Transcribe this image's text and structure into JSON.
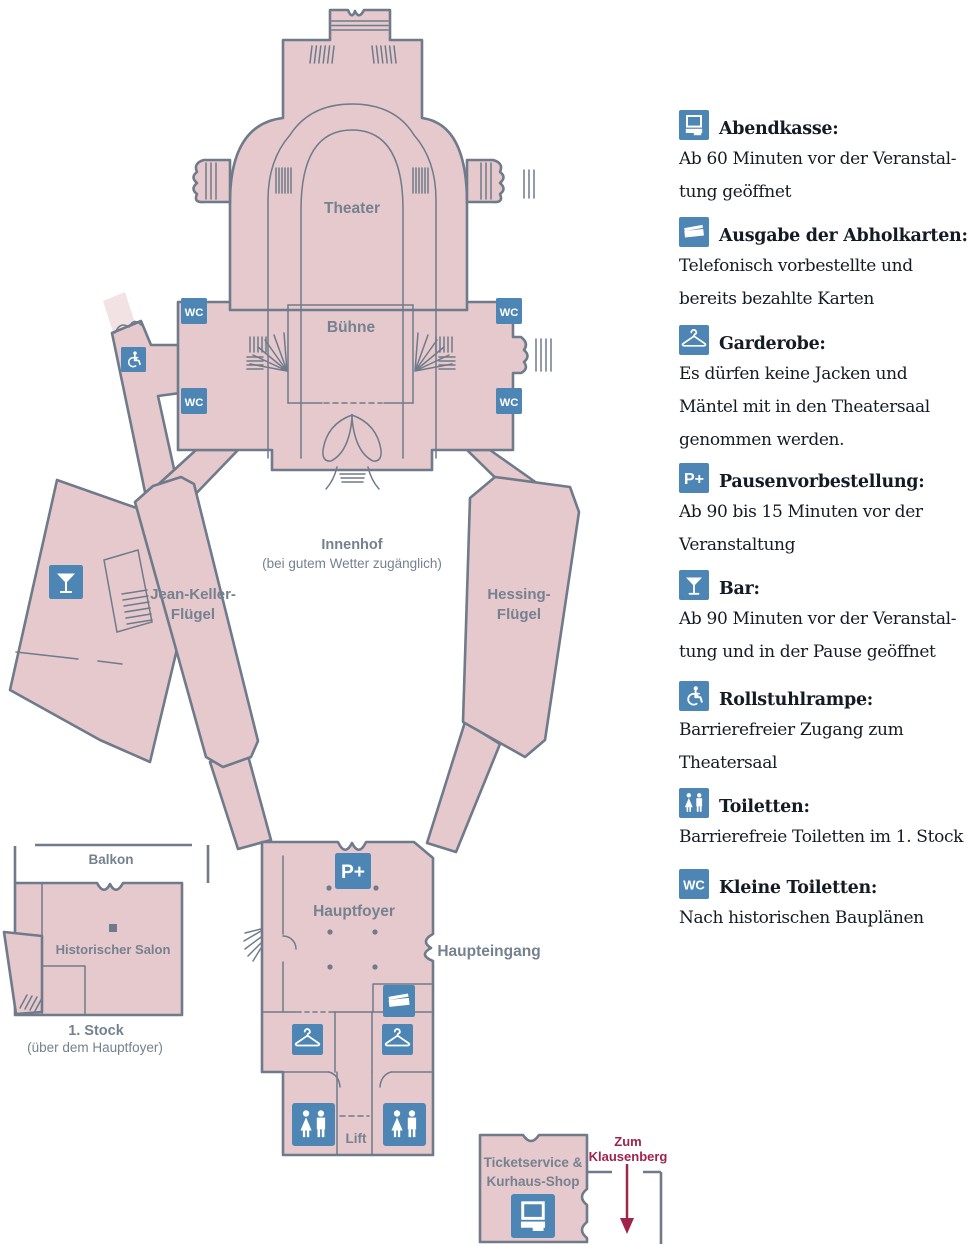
{
  "colors": {
    "building_pink": "#e5c9cc",
    "building_light_pink": "#f2e2e4",
    "outline_gray": "#6f7a8a",
    "icon_blue": "#4d86b4",
    "map_label_gray": "#76818f",
    "legend_text_dark": "#151b24",
    "accent_red": "#a0234a",
    "background": "#ffffff"
  },
  "map": {
    "labels": {
      "theater": "Theater",
      "buehne": "Bühne",
      "innenhof_title": "Innenhof",
      "innenhof_subtitle": "(bei gutem Wetter zugänglich)",
      "jean_keller_1": "Jean-Keller-",
      "jean_keller_2": "Flügel",
      "hessing_1": "Hessing-",
      "hessing_2": "Flügel",
      "hauptfoyer": "Hauptfoyer",
      "haupteingang": "Haupteingang",
      "balkon": "Balkon",
      "historischer_salon": "Historischer Salon",
      "stock_1": "1. Stock",
      "stock_2": "(über dem Hauptfoyer)",
      "lift": "Lift",
      "shop_1": "Ticketservice &",
      "shop_2": "Kurhaus-Shop",
      "klausenberg_1": "Zum",
      "klausenberg_2": "Klausenberg"
    },
    "icon_glyphs": {
      "wc": "WC",
      "p_plus": "P+"
    }
  },
  "legend": {
    "items": [
      {
        "icon": "cash-register",
        "title": "Abendkasse:",
        "lines": [
          "Ab 60 Minuten vor der Veranstal-",
          "tung geöffnet"
        ]
      },
      {
        "icon": "tickets",
        "title": "Ausgabe der Abholkarten:",
        "lines": [
          "Telefonisch vorbestellte und",
          "bereits bezahlte Karten"
        ]
      },
      {
        "icon": "coat-hanger",
        "title": "Garderobe:",
        "lines": [
          "Es dürfen keine Jacken und",
          "Mäntel mit in den Theatersaal",
          "genommen werden."
        ]
      },
      {
        "icon": "pause-preorder",
        "title": "Pausenvorbestellung:",
        "lines": [
          "Ab 90 bis 15 Minuten vor der",
          "Veranstaltung"
        ]
      },
      {
        "icon": "bar",
        "title": "Bar:",
        "lines": [
          "Ab 90 Minuten vor der Veranstal-",
          "tung und in der Pause geöffnet"
        ]
      },
      {
        "icon": "wheelchair",
        "title": "Rollstuhlrampe:",
        "lines": [
          "Barrierefreier Zugang zum",
          "Theatersaal"
        ]
      },
      {
        "icon": "toilets",
        "title": "Toiletten:",
        "lines": [
          "Barrierefreie Toiletten im 1. Stock"
        ]
      },
      {
        "icon": "wc",
        "title": "Kleine Toiletten:",
        "lines": [
          "Nach historischen Bauplänen"
        ]
      }
    ]
  }
}
